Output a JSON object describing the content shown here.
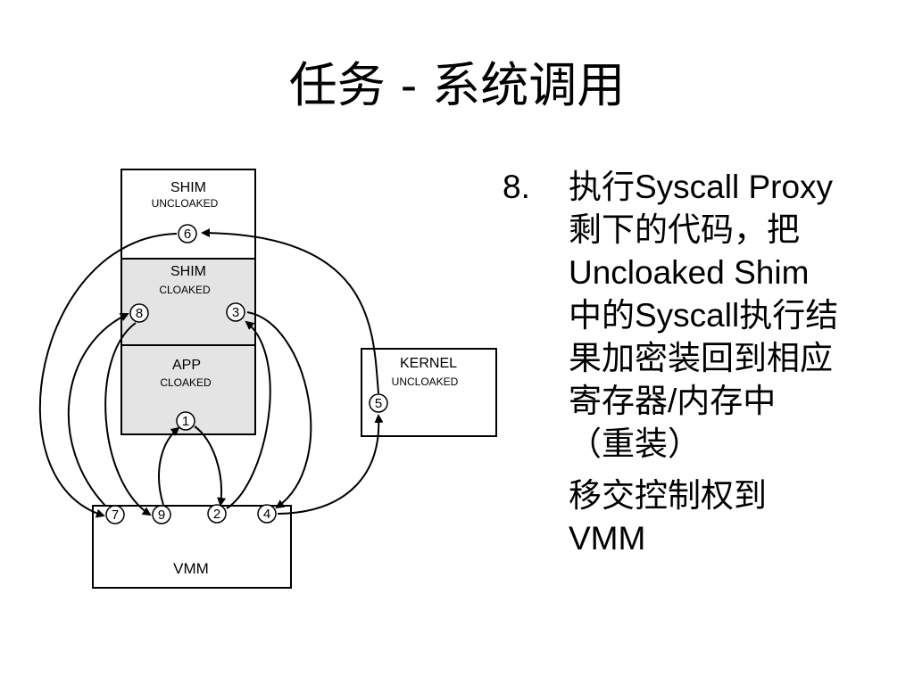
{
  "title": "任务 - 系统调用",
  "diagram": {
    "boxes": {
      "shim_uncloaked": {
        "title": "SHIM",
        "subtitle": "UNCLOAKED"
      },
      "shim_cloaked": {
        "title": "SHIM",
        "subtitle": "CLOAKED"
      },
      "app_cloaked": {
        "title": "APP",
        "subtitle": "CLOAKED"
      },
      "kernel": {
        "title": "KERNEL",
        "subtitle": "UNCLOAKED"
      },
      "vmm": {
        "title": "VMM"
      }
    },
    "steps": [
      "1",
      "2",
      "3",
      "4",
      "5",
      "6",
      "7",
      "8",
      "9"
    ],
    "colors": {
      "cloaked_fill": "#e4e4e4",
      "stroke": "#000000"
    }
  },
  "content": {
    "item_number": "8.",
    "paragraph1_lines": [
      "执行Syscall Proxy",
      "剩下的代码，把",
      "Uncloaked Shim",
      "中的Syscall执行结",
      "果加密装回到相应",
      "寄存器/内存中",
      "（重装）"
    ],
    "paragraph2_lines": [
      "移交控制权到",
      "VMM"
    ]
  }
}
